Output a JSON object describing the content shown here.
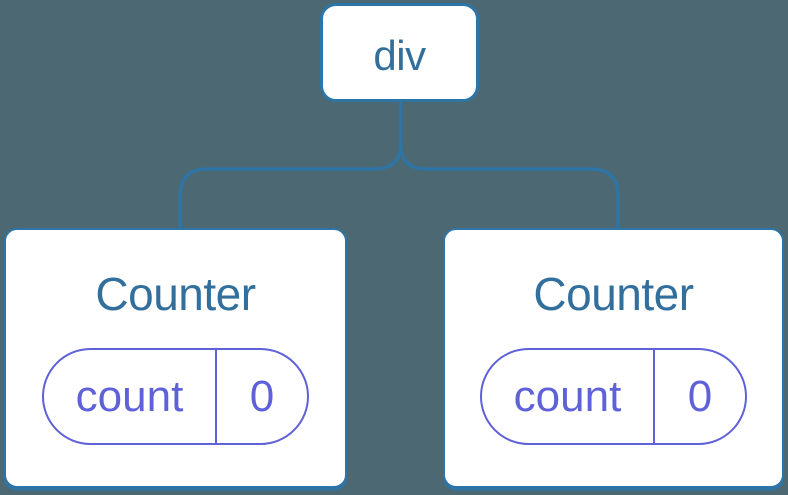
{
  "diagram": {
    "description": "React component tree: a div parent element with two independent Counter component children, each holding its own isolated state",
    "colors": {
      "background": "#4C6973",
      "line": "#2D74A7",
      "node_bg": "#FFFFFF",
      "node_text": "#336F9D",
      "state": "#5E61D8"
    },
    "root": {
      "label": "div"
    },
    "children": [
      {
        "title": "Counter",
        "state": {
          "key": "count",
          "value": "0"
        }
      },
      {
        "title": "Counter",
        "state": {
          "key": "count",
          "value": "0"
        }
      }
    ]
  }
}
